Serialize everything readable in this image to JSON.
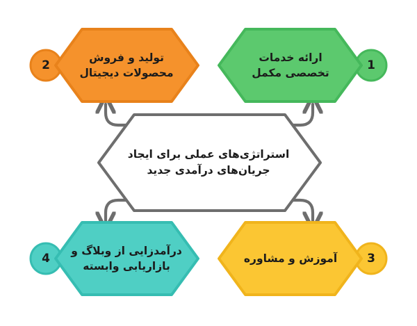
{
  "diagram": {
    "type": "hexagon-cycle-infographic",
    "background_color": "#ffffff",
    "arrow_color": "#6e6e6e",
    "center": {
      "label": "استراتژی‌های عملی برای ایجاد\nجریان‌های درآمدی جدید",
      "fill": "#ffffff",
      "stroke": "#6e6e6e"
    },
    "nodes": [
      {
        "number": "1",
        "label": "ارائه خدمات\nتخصصی مکمل",
        "fill": "#5CC96E",
        "stroke": "#45B85B",
        "position": "top-right",
        "badge_side": "right"
      },
      {
        "number": "2",
        "label": "تولید و فروش\nمحصولات دیجیتال",
        "fill": "#F5922C",
        "stroke": "#E8821B",
        "position": "top-left",
        "badge_side": "left"
      },
      {
        "number": "3",
        "label": "آموزش و مشاوره",
        "fill": "#FBC633",
        "stroke": "#F0B41C",
        "position": "bottom-right",
        "badge_side": "right"
      },
      {
        "number": "4",
        "label": "درآمدزایی از وبلاگ و\nبازاریابی وابسته",
        "fill": "#4FCFC4",
        "stroke": "#36BDB2",
        "position": "bottom-left",
        "badge_side": "left"
      }
    ],
    "connectors": [
      {
        "name": "center-to-node-2",
        "direction": "up-left"
      },
      {
        "name": "center-to-node-1",
        "direction": "up-right"
      },
      {
        "name": "center-to-node-4",
        "direction": "down-left"
      },
      {
        "name": "center-to-node-3",
        "direction": "down-right"
      }
    ]
  }
}
